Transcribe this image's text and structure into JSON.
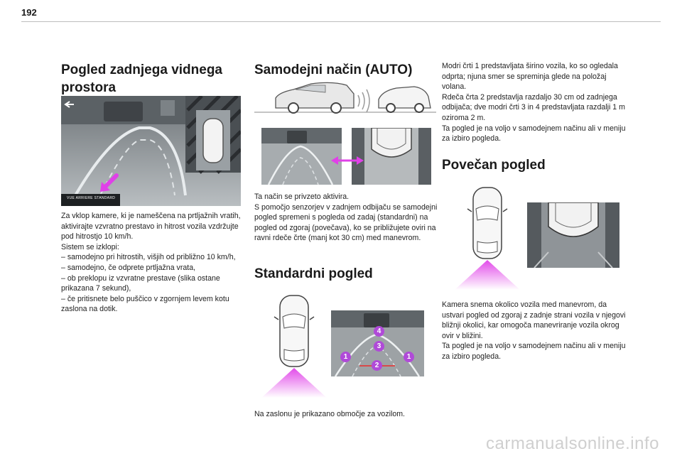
{
  "page_number": "192",
  "col1": {
    "heading": "Pogled zadnjega vidnega prostora",
    "screen_caption": "VUE ARRIERE STANDARD",
    "paragraphs": [
      "Za vklop kamere, ki je nameščena na prtljažnih vratih, aktivirajte vzvratno prestavo in hitrost vozila vzdržujte pod hitrostjo 10 km/h.",
      "Sistem se izklopi:",
      "–  samodejno pri hitrostih, višjih od približno 10 km/h,",
      "–  samodejno, če odprete prtljažna vrata,",
      "–  ob preklopu iz vzvratne prestave (slika ostane prikazana 7 sekund),",
      "–  če pritisnete belo puščico v zgornjem levem kotu zaslona na dotik."
    ]
  },
  "col2": {
    "heading_auto": "Samodejni način (AUTO)",
    "auto_paragraphs": [
      "Ta način se privzeto aktivira.",
      "S pomočjo senzorjev v zadnjem odbijaču se samodejni pogled spremeni s pogleda od zadaj (standardni) na pogled od zgoraj (povečava), ko se približujete oviri na ravni rdeče črte (manj kot 30 cm) med manevrom."
    ],
    "heading_standard": "Standardni pogled",
    "markers": [
      "1",
      "1",
      "2",
      "3",
      "4"
    ],
    "standard_caption": "Na zaslonu je prikazano območje za vozilom."
  },
  "col3": {
    "top_paragraphs": [
      "Modri črti 1 predstavljata širino vozila, ko so ogledala odprta; njuna smer se spreminja glede na položaj volana.",
      "Rdeča črta 2 predstavlja razdaljo 30 cm od zadnjega odbijača; dve modri črti 3 in 4 predstavljata razdalji 1 m oziroma 2 m.",
      "Ta pogled je na voljo v samodejnem načinu ali v meniju za izbiro pogleda."
    ],
    "heading_zoom": "Povečan pogled",
    "zoom_paragraphs": [
      "Kamera snema okolico vozila med manevrom, da ustvari pogled od zgoraj z zadnje strani vozila v njegovi bližnji okolici, kar omogoča manevriranje vozila okrog ovir v bližini.",
      "Ta pogled je na voljo v samodejnem načinu ali v meniju za izbiro pogleda."
    ]
  },
  "footer": {
    "watermark": "carmanualsonline.info"
  },
  "colors": {
    "accent_magenta": "#e040e8",
    "marker": "#b04ad8",
    "text": "#222222"
  }
}
